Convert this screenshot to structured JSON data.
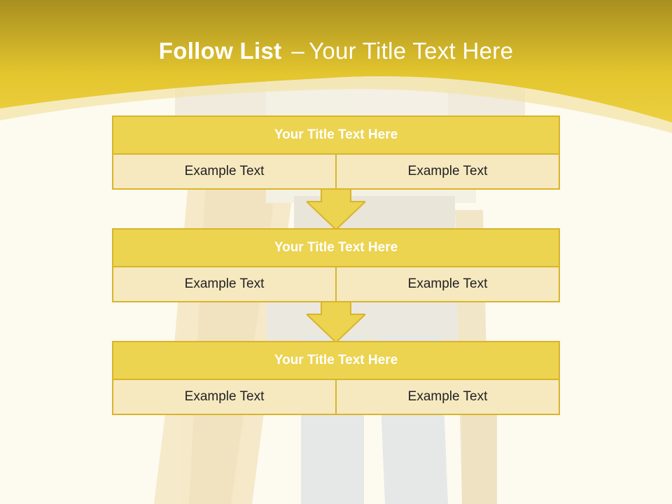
{
  "slide": {
    "title_bold": "Follow List",
    "title_separator": "–",
    "title_rest": "Your Title Text Here"
  },
  "blocks": [
    {
      "title": "Your Title Text Here",
      "left": "Example Text",
      "right": "Example Text"
    },
    {
      "title": "Your Title Text Here",
      "left": "Example Text",
      "right": "Example Text"
    },
    {
      "title": "Your Title Text Here",
      "left": "Example Text",
      "right": "Example Text"
    }
  ],
  "colors": {
    "header_dark": "#a88f20",
    "header_light": "#e8cb34",
    "block_title": "#ecd350",
    "block_cell": "#f6e9c0",
    "border": "#d8b52a",
    "background": "#fdfaf0"
  }
}
